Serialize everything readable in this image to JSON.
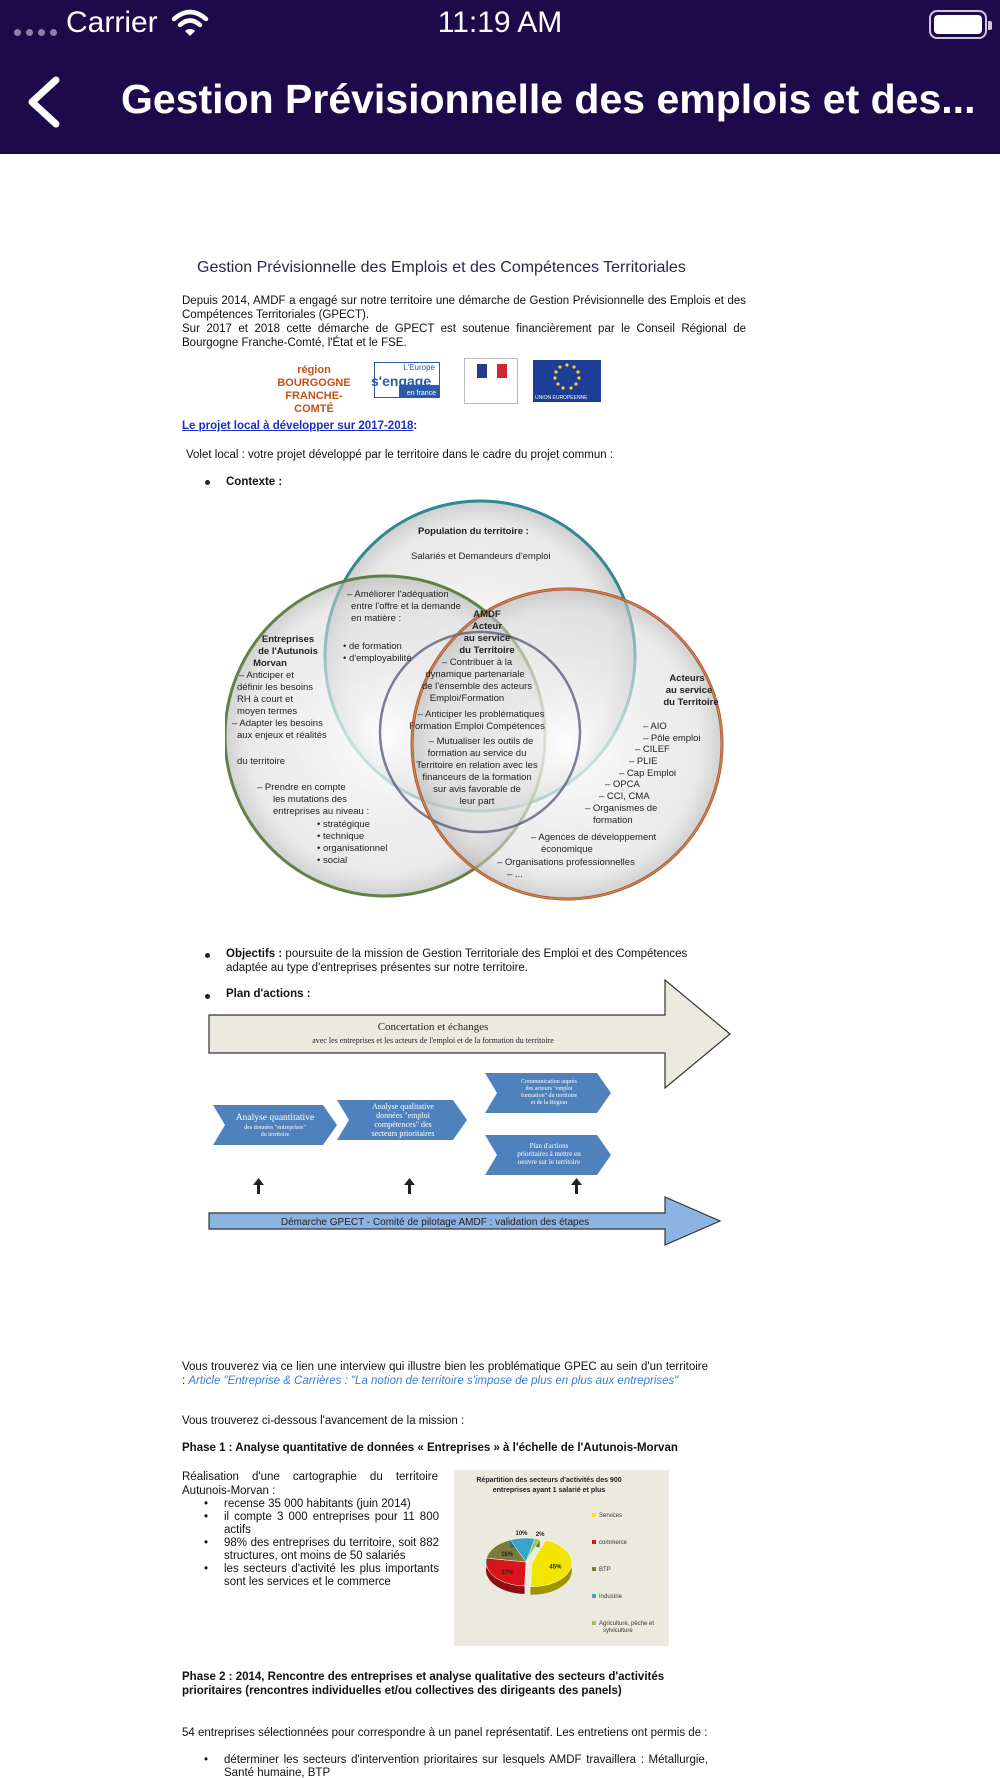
{
  "status": {
    "carrier": "Carrier",
    "time": "11:19 AM"
  },
  "nav": {
    "title": "Gestion Prévisionnelle des emplois et des..."
  },
  "doc": {
    "title": "Gestion Prévisionnelle des Emplois et des Compétences Territoriales",
    "intro_1": "Depuis 2014, AMDF a engagé sur notre territoire une démarche de Gestion Prévisionnelle des Emplois et des Compétences Territoriales (GPECT).",
    "intro_2": "Sur 2017 et 2018 cette démarche de GPECT est soutenue financièrement par le Conseil Régional de Bourgogne Franche-Comté, l'État et le FSE.",
    "logo_bfc_1": "région BOURGOGNE",
    "logo_bfc_2": "FRANCHE-COMTÉ",
    "logo_europe_1": "L'Europe",
    "logo_europe_2": "s'engage",
    "logo_europe_3": "en france",
    "logo_ue": "UNION EUROPEENNE",
    "project_link": "Le projet local à développer sur 2017-2018",
    "project_colon": " :",
    "volet": "Volet local : votre  projet développé par le territoire dans le cadre du  projet commun :",
    "contexte": "Contexte :",
    "venn": {
      "pop_title": "Population du territoire :",
      "pop_sub": "Salariés et Demandeurs d'emploi",
      "pop_items": [
        "– Améliorer l'adéquation",
        "entre l'offre et la demande",
        "en matière :",
        "",
        "• de formation",
        "• d'employabilité"
      ],
      "ent_title": [
        "Entreprises",
        "de l'Autunois",
        "Morvan"
      ],
      "ent_items": [
        "– Anticiper et",
        "définir les besoins",
        "RH à court et",
        "moyen termes",
        "– Adapter les besoins",
        "aux enjeux et réalités",
        "",
        "du territoire",
        "",
        "– Prendre en compte",
        "les mutations des",
        "entreprises au niveau :"
      ],
      "ent_levels": [
        "• stratégique",
        "• technique",
        "• organisationnel",
        "• social"
      ],
      "amdf_title": [
        "AMDF",
        "Acteur",
        "au service",
        "du Territoire"
      ],
      "amdf_items": [
        "– Contribuer à la",
        "dynamique partenariale",
        "de l'ensemble des acteurs",
        "Emploi/Formation",
        "– Anticiper les problématiques",
        "Formation Emploi Compétences",
        "– Mutualiser les outils de",
        "formation au service du",
        "Territoire en relation avec les",
        "financeurs de la formation",
        "sur avis favorable de",
        "leur part"
      ],
      "act_title": [
        "Acteurs",
        "au service",
        "du Territoire"
      ],
      "act_items": [
        "– AIO",
        "– Pôle emploi",
        "– CILEF",
        "– PLIE",
        "– Cap Emploi",
        "– OPCA",
        "– CCI, CMA",
        "– Organismes de",
        "formation",
        "– Agences de développement",
        "économique",
        "– Organisations professionnelles",
        "– ..."
      ]
    },
    "objectifs_label": "Objectifs :",
    "objectifs_text": " poursuite de la mission de Gestion Territoriale des Emploi et des Compétences adaptée au type d'entreprises présentes sur notre territoire.",
    "plan_label": "Plan d'actions :",
    "plan": {
      "concertation_1": "Concertation et échanges",
      "concertation_2": "avec les entreprises et les acteurs de l'emploi et de la formation du territoire",
      "step1": [
        "Analyse quantitative",
        "des données \"entreprises\"",
        "du territoire"
      ],
      "step2": [
        "Analyse qualitative",
        "données \"emploi",
        "compétences\" des",
        "secteurs prioritaires"
      ],
      "step3": [
        "Communication auprès",
        "des acteurs \"emploi",
        "formation\" du territoire",
        "et de la Région"
      ],
      "step4": [
        "Plan d'actions",
        "prioritaires à mettre en",
        "oeuvre sur le territoire"
      ],
      "pilotage": "Démarche GPECT - Comité de pilotage AMDF : validation des étapes"
    },
    "interview_1": "Vous trouverez via ce lien une interview qui illustre bien les problématique GPEC au sein d'un territoire : ",
    "interview_link": "Article \"Entreprise & Carrières : \"La notion de territoire s'impose de plus en plus aux entreprises\"",
    "avancement": "Vous trouverez ci-dessous l'avancement de la mission :",
    "phase1": "Phase 1 : Analyse quantitative de données « Entreprises » à l'échelle de l'Autunois-Morvan",
    "phase1_intro": "Réalisation d'une cartographie du territoire Autunois-Morvan :",
    "phase1_items": [
      "recense 35 000 habitants (juin 2014)",
      "il compte 3 000 entreprises pour 11 800 actifs",
      "98% des entreprises du territoire, soit 882 structures, ont moins de 50 salariés",
      "les secteurs d'activité les plus importants sont les services et le commerce"
    ],
    "phase2": "Phase 2 : 2014, Rencontre des entreprises et analyse qualitative des secteurs d'activités prioritaires (rencontres individuelles   et/ou collectives des dirigeants des panels)",
    "panel": "54 entreprises sélectionnées pour correspondre à un panel représentatif. Les entretiens ont permis de :",
    "panel_item": "déterminer les secteurs d'intervention prioritaires sur lesquels AMDF travaillera : Métallurgie, Santé humaine, BTP"
  },
  "chart_data": {
    "type": "pie",
    "title": "Répartition des secteurs d'activités des 900 entreprises ayant 1 salarié et plus",
    "categories": [
      "Services",
      "commerce",
      "BTP",
      "Industrie",
      "Agriculture, pêche et sylviculture"
    ],
    "values": [
      45,
      27,
      16,
      10,
      2
    ],
    "value_labels": [
      "45%",
      "27%",
      "16%",
      "10%",
      "2%"
    ],
    "colors": [
      "#f2e600",
      "#d9141a",
      "#7a7a3a",
      "#3aa3c8",
      "#9cc45a"
    ],
    "legend_position": "right"
  }
}
